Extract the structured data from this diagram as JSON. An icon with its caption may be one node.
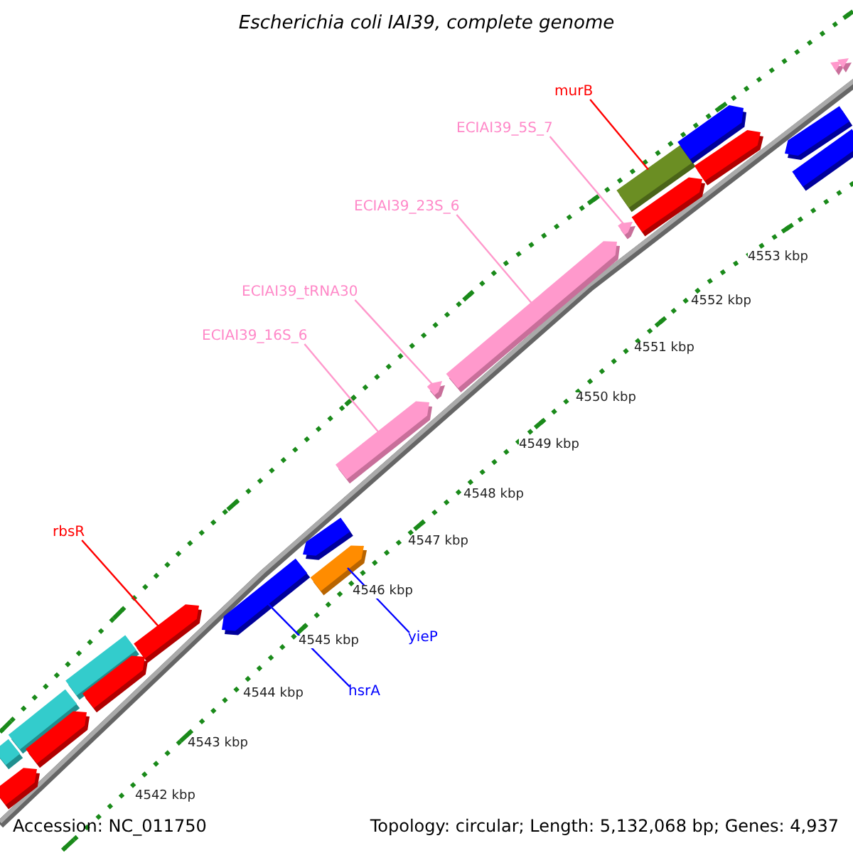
{
  "diagram": {
    "title": "Escherichia coli IAI39, complete genome",
    "nodes": [
      {
        "text": [
          "murB"
        ]
      },
      {
        "text": [
          "ECIAI39_5S_7"
        ]
      },
      {
        "text": [
          "ECIAI39_23S_6"
        ]
      },
      {
        "text": [
          "ECIAI39_tRNA30"
        ]
      },
      {
        "text": [
          "ECIAI39_16S_6"
        ]
      },
      {
        "text": [
          "rbsR"
        ]
      },
      {
        "text": [
          "yieP"
        ]
      },
      {
        "text": [
          "hsrA"
        ]
      },
      {
        "text": [],
        "shape": "box"
      },
      {
        "text": [],
        "shape": "arrow"
      },
      {
        "text": [],
        "shape": "box"
      },
      {
        "text": [],
        "shape": "arrow"
      },
      {
        "text": [],
        "shape": "box"
      },
      {
        "text": [],
        "shape": "arrow"
      },
      {
        "text": [],
        "shape": "arrow"
      },
      {
        "text": [],
        "shape": "arrow"
      },
      {
        "text": [],
        "shape": "arrow"
      },
      {
        "text": [],
        "shape": "arrow"
      },
      {
        "text": [],
        "shape": "arrow"
      },
      {
        "text": [],
        "shape": "arrow"
      },
      {
        "text": [],
        "shape": "arrow"
      },
      {
        "text": [],
        "shape": "arrow"
      },
      {
        "text": [],
        "shape": "box"
      },
      {
        "text": [],
        "shape": "arrow"
      },
      {
        "text": [],
        "shape": "arrow"
      },
      {
        "text": [],
        "shape": "arrow"
      },
      {
        "text": [],
        "shape": "arrow"
      },
      {
        "text": [],
        "shape": "box"
      },
      {
        "text": [],
        "shape": "arrow"
      },
      {
        "text": [],
        "shape": "arrow"
      }
    ],
    "edges": [
      {
        "from": 0,
        "to": 22,
        "arrow": "none",
        "color": "#ff0000"
      },
      {
        "from": 1,
        "to": 21,
        "arrow": "none",
        "color": "#ff99cc"
      },
      {
        "from": 2,
        "to": 20,
        "arrow": "none",
        "color": "#ff99cc"
      },
      {
        "from": 3,
        "to": 19,
        "arrow": "none",
        "color": "#ff99cc"
      },
      {
        "from": 4,
        "to": 18,
        "arrow": "none",
        "color": "#ff99cc"
      },
      {
        "from": 5,
        "to": 14,
        "arrow": "none",
        "color": "#ff0000"
      },
      {
        "from": 6,
        "to": 17,
        "arrow": "none",
        "color": "#0000ff"
      },
      {
        "from": 7,
        "to": 15,
        "arrow": "none",
        "color": "#0000ff"
      }
    ],
    "labels": [
      "4553 kbp",
      "4552 kbp",
      "4551 kbp",
      "4550 kbp",
      "4549 kbp",
      "4548 kbp",
      "4547 kbp",
      "4546 kbp",
      "4545 kbp",
      "4544 kbp",
      "4543 kbp",
      "4542 kbp",
      "Accession: NC_011750",
      "Topology: circular; Length: 5,132,068 bp; Genes: 4,937"
    ]
  }
}
